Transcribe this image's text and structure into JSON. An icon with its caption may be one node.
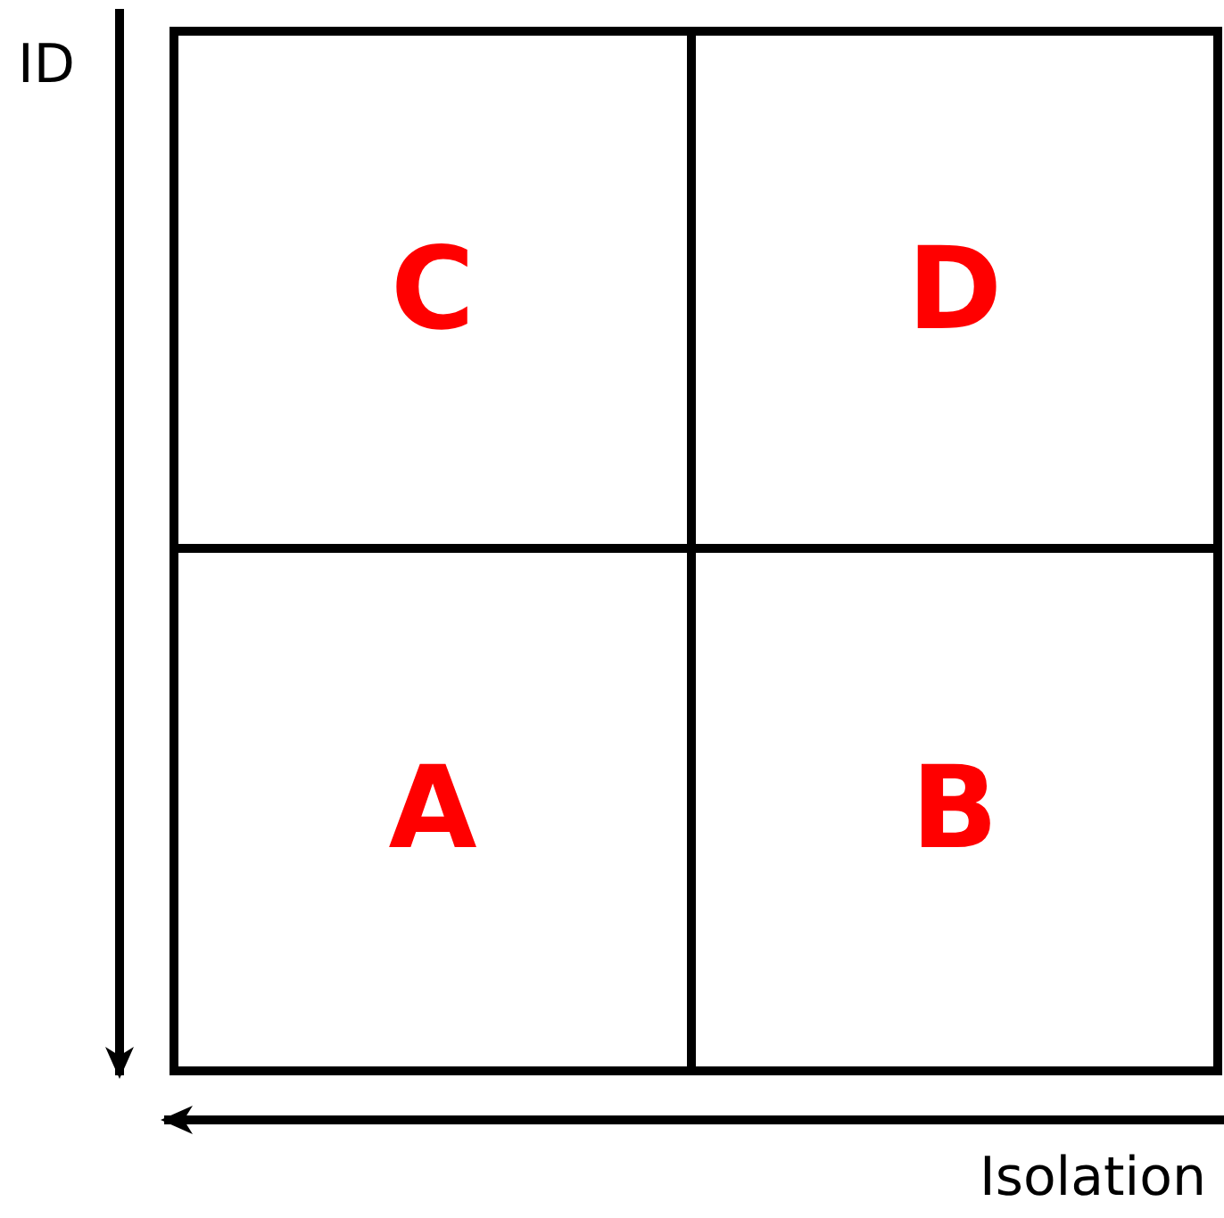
{
  "diagram": {
    "nodes": [
      {
        "text": [
          "C"
        ]
      },
      {
        "text": [
          "D"
        ]
      },
      {
        "text": [
          "A"
        ]
      },
      {
        "text": [
          "B"
        ]
      }
    ],
    "labels": [
      "ID",
      "Isolation"
    ]
  }
}
